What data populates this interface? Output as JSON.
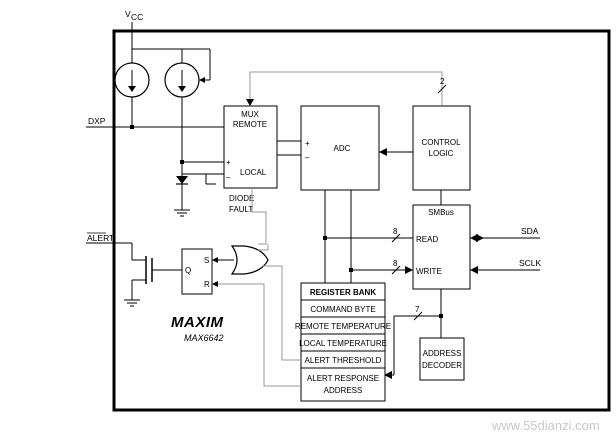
{
  "supply": {
    "vcc": "V",
    "vcc_sub": "CC"
  },
  "pins": {
    "dxp": "DXP",
    "alert": "ALERT",
    "sda": "SDA",
    "sclk": "SCLK"
  },
  "mux": {
    "line1": "MUX",
    "line2": "REMOTE",
    "local": "LOCAL",
    "plus": "+",
    "minus": "–"
  },
  "diode_fault": {
    "line1": "DIODE",
    "line2": "FAULT"
  },
  "adc": {
    "label": "ADC",
    "plus": "+",
    "minus": "–"
  },
  "control_logic": {
    "line1": "CONTROL",
    "line2": "LOGIC"
  },
  "smbus": {
    "title": "SMBus",
    "read": "READ",
    "write": "WRITE"
  },
  "bus_widths": {
    "control": "2",
    "read": "8",
    "write": "8",
    "address": "7"
  },
  "latch": {
    "s": "S",
    "r": "R",
    "q": "Q"
  },
  "register_bank": {
    "title": "REGISTER BANK",
    "rows": [
      "COMMAND BYTE",
      "REMOTE TEMPERATURE",
      "LOCAL TEMPERATURE",
      "ALERT THRESHOLD"
    ],
    "last_line1": "ALERT RESPONSE",
    "last_line2": "ADDRESS"
  },
  "address_decoder": {
    "line1": "ADDRESS",
    "line2": "DECODER"
  },
  "brand": {
    "logo": "MAXIM",
    "part": "MAX6642"
  },
  "watermark": "www.55dianzi.com",
  "colors": {
    "line": "#000000",
    "gray_line": "#9a9a9a",
    "watermark": "#c8c8c8"
  }
}
